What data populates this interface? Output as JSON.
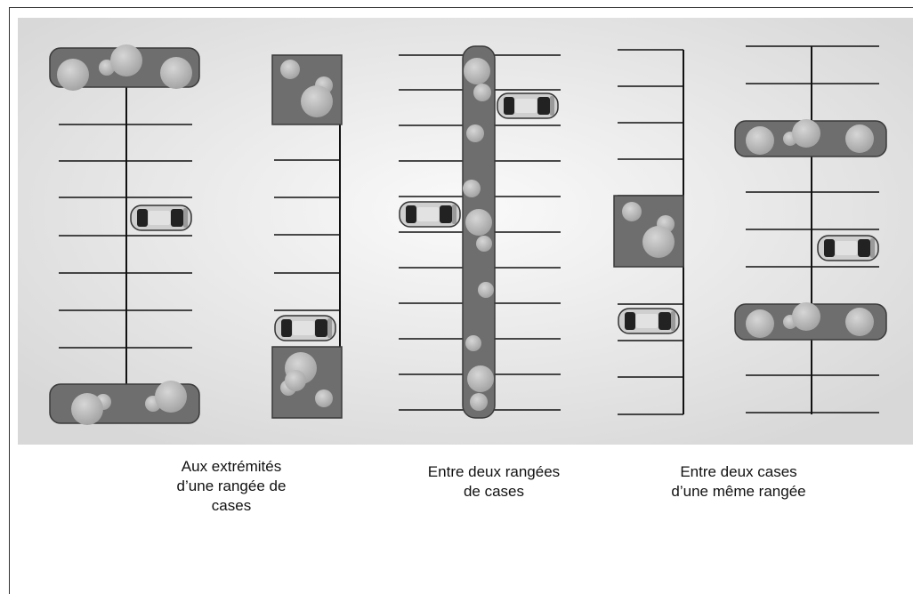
{
  "captions": {
    "ends": [
      "Aux extrémités",
      "d’une rangée de",
      "cases"
    ],
    "between_rows": [
      "Entre deux rangées",
      "de cases"
    ],
    "between_stalls": [
      "Entre deux cases",
      "d’une même rangée"
    ]
  },
  "icons": [
    "car-icon",
    "tree-icon"
  ],
  "colors": {
    "island": "#6e6e6e",
    "island_border": "#3a3a3a",
    "tree": "#b8b8b8",
    "background_light": "#f7f7f7",
    "background_dark": "#dcdcdc",
    "line": "#111111"
  }
}
